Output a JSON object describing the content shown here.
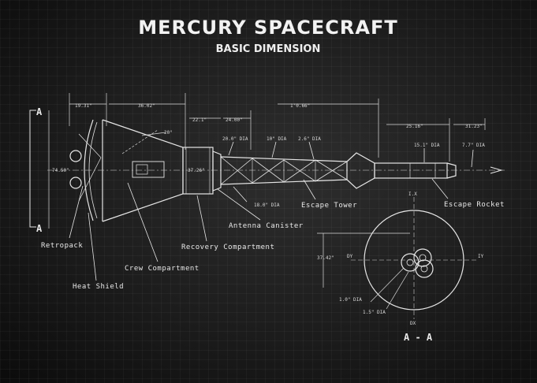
{
  "title": "MERCURY SPACECRAFT",
  "subtitle": "BASIC DIMENSION",
  "labels": {
    "retropack": "Retropack",
    "heat_shield": "Heat Shield",
    "crew_compartment": "Crew Compartment",
    "recovery_compartment": "Recovery Compartment",
    "antenna_canister": "Antenna Canister",
    "escape_tower": "Escape Tower",
    "escape_rocket": "Escape Rocket"
  },
  "section": {
    "marker": "A",
    "view_label": "A - A"
  },
  "dimensions": {
    "d1": "19.31\"",
    "d2": "36.02\"",
    "d3": "22.1\"",
    "d4": "24.00\"",
    "d5": "1'0.66\"",
    "d6": "20°",
    "d7": "74.50\"",
    "d8": "37.26\"",
    "d9": "20.0\" DIA",
    "d10": "10\" DIA",
    "d11": "2.6\" DIA",
    "d12": "15.1\" DIA",
    "d13": "25.16\"",
    "d14": "31.23\"",
    "d15": "7.7\" DIA",
    "d16": "18.0\" DIA",
    "d17": "1.0\" DIA",
    "d18": "1.5\" DIA",
    "d19": "37.42\"",
    "v_top": "I.X",
    "v_left": "DY",
    "v_right": "IY",
    "v_bottom": "DX"
  }
}
